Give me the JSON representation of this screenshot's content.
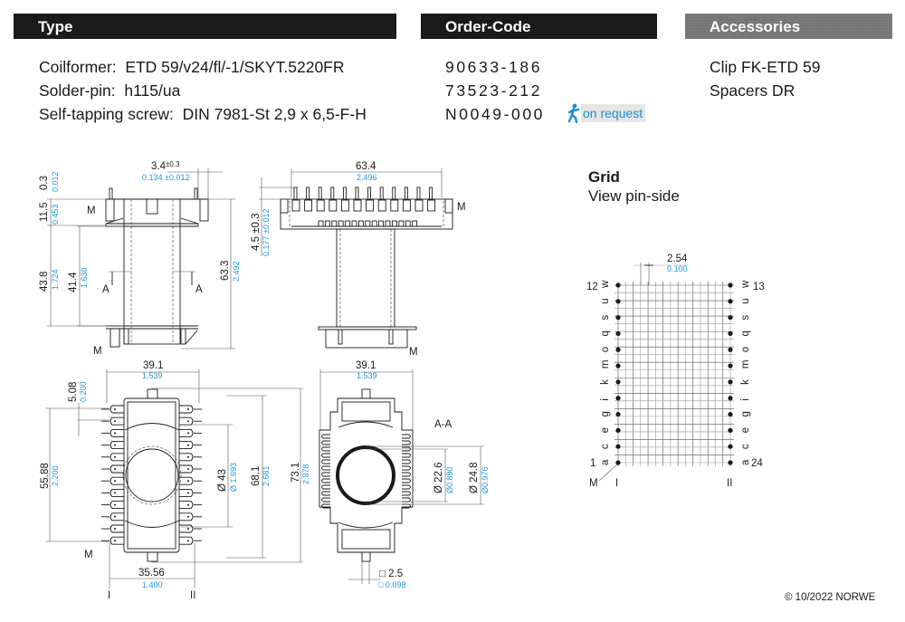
{
  "headers": {
    "type": "Type",
    "order_code": "Order-Code",
    "accessories": "Accessories"
  },
  "parts": [
    {
      "label": "Coilformer:",
      "value": "ETD 59/v24/fl/-1/SKYT.5220FR",
      "code": "90633-186"
    },
    {
      "label": "Solder-pin:",
      "value": "h115/ua",
      "code": "73523-212"
    },
    {
      "label": "Self-tapping screw:",
      "value": "DIN 7981-St 2,9 x 6,5-F-H",
      "code": "N0049-000",
      "badge": "on request"
    }
  ],
  "accessories": [
    "Clip FK-ETD 59",
    "Spacers DR"
  ],
  "colors": {
    "header_dark": "#1a1a1a",
    "header_gray": "#7a7a7a",
    "inch_blue": "#1a9ad6",
    "badge_bg": "#e6e6e6"
  },
  "icons": {
    "on_request": "running-person-icon"
  },
  "drawing": {
    "side_view": {
      "dims": {
        "d03": "0.3",
        "d03_in": "0.012",
        "d115": "11.5",
        "d115_in": "0.453",
        "d438": "43.8",
        "d438_in": "1.724",
        "d414": "41.4",
        "d414_in": "1.630",
        "d633": "63.3",
        "d633_in": "2.492",
        "d34": "3.4",
        "d34_tol": "±0.3",
        "d34_in": "0.134 ±0.012",
        "section_mark": "A",
        "marker": "M"
      }
    },
    "front_view": {
      "dims": {
        "d634": "63.4",
        "d634_in": "2.496",
        "d45": "4.5 ±0.3",
        "d45_in": "0.177 ±0.012",
        "marker": "M"
      }
    },
    "top_view": {
      "dims": {
        "d391": "39.1",
        "d391_in": "1.539",
        "d508": "5.08",
        "d508_in": "0.200",
        "d5588": "55.88",
        "d5588_in": "2.200",
        "d43": "Ø 43",
        "d43_in": "Ø 1.693",
        "d681": "68.1",
        "d681_in": "2.681",
        "d731": "73.1",
        "d731_in": "2.878",
        "d3556": "35.56",
        "d3556_in": "1.400",
        "row1": "I",
        "row2": "II",
        "marker": "M"
      }
    },
    "section_view": {
      "title": "A-A",
      "dims": {
        "d391": "39.1",
        "d391_in": "1.539",
        "d226": "Ø 22.6",
        "d226_in": "Ø0.890",
        "d248": "Ø 24.8",
        "d248_in": "Ø0.976",
        "d25": "□ 2.5",
        "d25_in": "□ 0.098"
      }
    }
  },
  "grid": {
    "title": "Grid",
    "subtitle": "View pin-side",
    "pitch": "2.54",
    "pitch_in": "0.100",
    "left_letters": [
      "w",
      "u",
      "s",
      "q",
      "o",
      "m",
      "k",
      "i",
      "g",
      "e",
      "c",
      "a"
    ],
    "right_letters": [
      "w",
      "u",
      "s",
      "q",
      "o",
      "m",
      "k",
      "i",
      "g",
      "e",
      "c",
      "a"
    ],
    "pin_top_left": "12",
    "pin_top_right": "13",
    "pin_bottom_left": "1",
    "pin_bottom_right": "24",
    "row1": "I",
    "row2": "II",
    "marker": "M"
  },
  "footer": {
    "copyright": "© 10/2022 NORWE"
  }
}
